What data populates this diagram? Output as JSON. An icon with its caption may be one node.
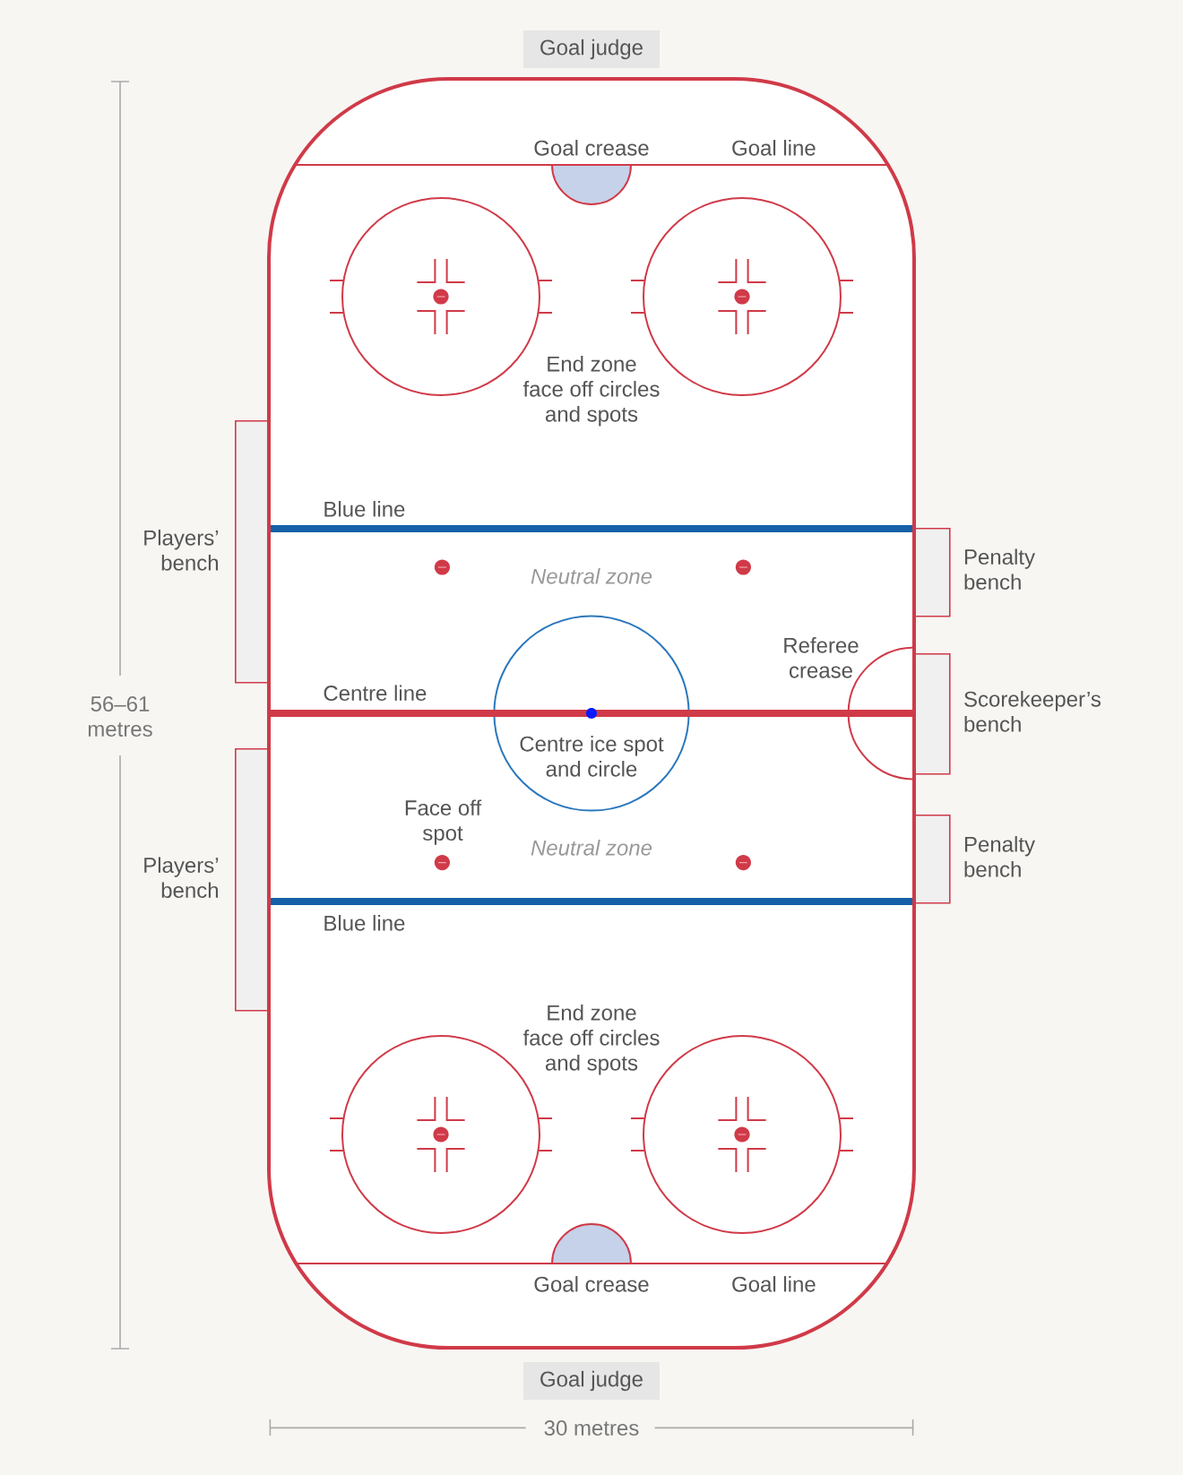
{
  "diagram": {
    "nodes": [
      {
        "text": [
          "Goal judge"
        ]
      },
      {
        "text": [
          "Players’ bench"
        ]
      },
      {
        "text": [
          "Penalty bench"
        ]
      },
      {
        "text": [
          "Scorekeeper’s bench"
        ]
      },
      {
        "text": [
          "Players’ bench"
        ]
      },
      {
        "text": [
          "Penalty bench"
        ]
      },
      {
        "text": [
          "Goal judge"
        ]
      }
    ],
    "labels": [
      "Goal crease",
      "Goal line",
      "End zone face off circles and spots",
      "Blue line",
      "Neutral zone",
      "Referee crease",
      "Centre line",
      "56–61 metres",
      "Centre ice spot and circle",
      "Face off spot",
      "Neutral zone",
      "Blue line",
      "End zone face off circles and spots",
      "Goal crease",
      "Goal line",
      "30 metres"
    ]
  }
}
